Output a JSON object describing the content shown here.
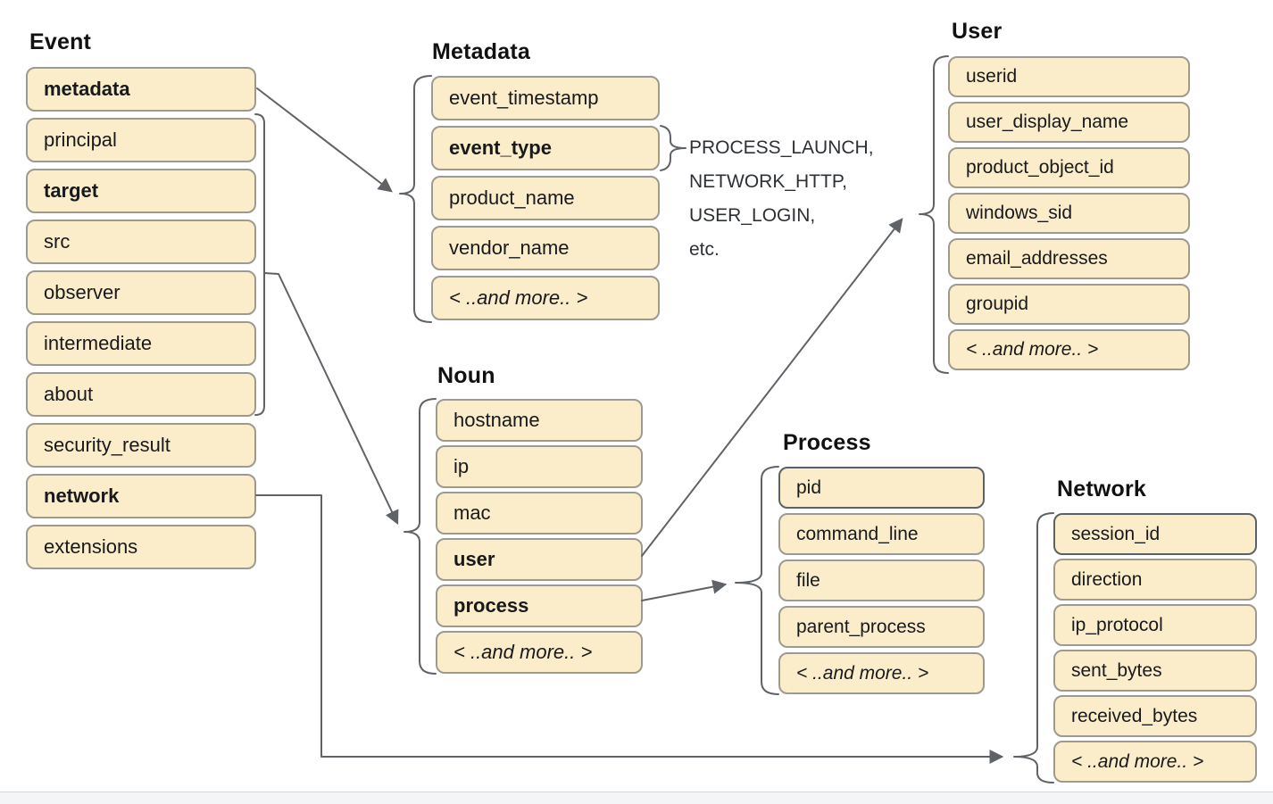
{
  "groups": {
    "event": {
      "title": "Event",
      "fields": [
        {
          "label": "metadata",
          "bold": true
        },
        {
          "label": "principal",
          "bold": false
        },
        {
          "label": "target",
          "bold": true
        },
        {
          "label": "src",
          "bold": false
        },
        {
          "label": "observer",
          "bold": false
        },
        {
          "label": "intermediate",
          "bold": false
        },
        {
          "label": "about",
          "bold": false
        },
        {
          "label": "security_result",
          "bold": false
        },
        {
          "label": "network",
          "bold": true
        },
        {
          "label": "extensions",
          "bold": false
        }
      ]
    },
    "metadata": {
      "title": "Metadata",
      "fields": [
        {
          "label": "event_timestamp",
          "bold": false
        },
        {
          "label": "event_type",
          "bold": true
        },
        {
          "label": "product_name",
          "bold": false
        },
        {
          "label": "vendor_name",
          "bold": false
        },
        {
          "label": "< ..and more.. >",
          "bold": false
        }
      ]
    },
    "noun": {
      "title": "Noun",
      "fields": [
        {
          "label": "hostname",
          "bold": false
        },
        {
          "label": "ip",
          "bold": false
        },
        {
          "label": "mac",
          "bold": false
        },
        {
          "label": "user",
          "bold": true
        },
        {
          "label": "process",
          "bold": true
        },
        {
          "label": "< ..and more.. >",
          "bold": false
        }
      ]
    },
    "user": {
      "title": "User",
      "fields": [
        {
          "label": "userid",
          "bold": false
        },
        {
          "label": "user_display_name",
          "bold": false
        },
        {
          "label": "product_object_id",
          "bold": false
        },
        {
          "label": "windows_sid",
          "bold": false
        },
        {
          "label": "email_addresses",
          "bold": false
        },
        {
          "label": "groupid",
          "bold": false
        },
        {
          "label": "< ..and more.. >",
          "bold": false
        }
      ]
    },
    "process": {
      "title": "Process",
      "fields": [
        {
          "label": "pid",
          "bold": false
        },
        {
          "label": "command_line",
          "bold": false
        },
        {
          "label": "file",
          "bold": false
        },
        {
          "label": "parent_process",
          "bold": false
        },
        {
          "label": "< ..and more.. >",
          "bold": false
        }
      ]
    },
    "network": {
      "title": "Network",
      "fields": [
        {
          "label": "session_id",
          "bold": false
        },
        {
          "label": "direction",
          "bold": false
        },
        {
          "label": "ip_protocol",
          "bold": false
        },
        {
          "label": "sent_bytes",
          "bold": false
        },
        {
          "label": "received_bytes",
          "bold": false
        },
        {
          "label": "< ..and more.. >",
          "bold": false
        }
      ]
    }
  },
  "annotations": {
    "event_type_values": [
      "PROCESS_LAUNCH,",
      "NETWORK_HTTP,",
      "USER_LOGIN,",
      "etc."
    ]
  },
  "edges": [
    {
      "from": "event.metadata",
      "to": "metadata-group"
    },
    {
      "from": "event.principal-target-src-observer-intermediate-about",
      "to": "noun-group"
    },
    {
      "from": "noun.user",
      "to": "user-group"
    },
    {
      "from": "noun.process",
      "to": "process-group"
    },
    {
      "from": "event.network",
      "to": "network-group"
    }
  ],
  "colors": {
    "box_fill": "#FBEDC9",
    "box_border": "#9d9a90",
    "box_border_dark": "#5c6166",
    "connector": "#5f6368",
    "text": "#17191c"
  }
}
